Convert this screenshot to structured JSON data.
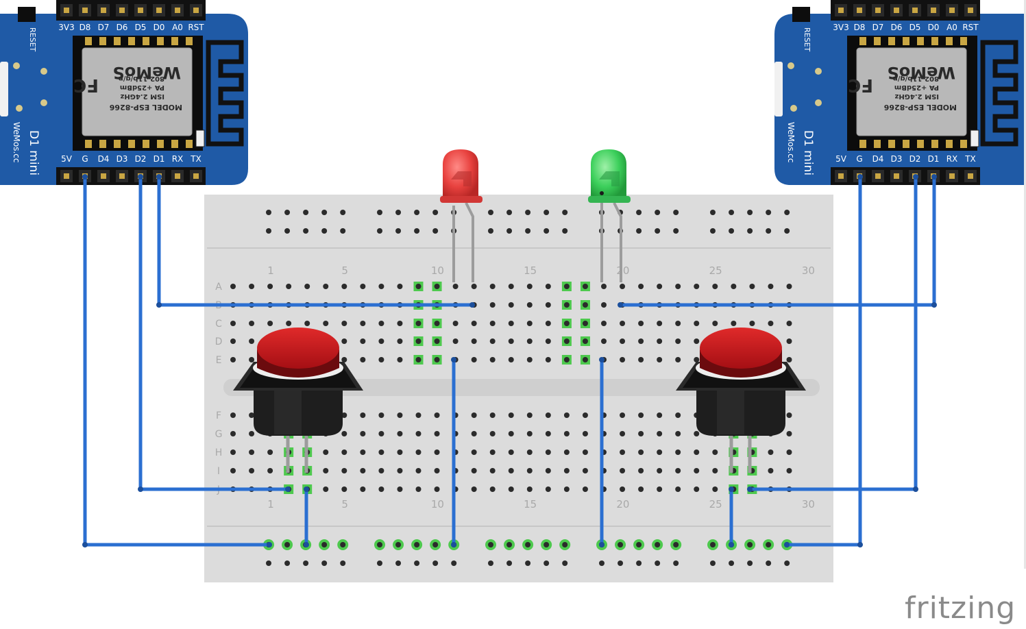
{
  "diagram": {
    "software_watermark": "fritzing",
    "breadboard": {
      "column_numbers_top": [
        "1",
        "5",
        "10",
        "15",
        "20",
        "25",
        "30"
      ],
      "column_numbers_bottom": [
        "1",
        "5",
        "10",
        "15",
        "20",
        "25",
        "30"
      ],
      "row_letters_top": [
        "A",
        "B",
        "C",
        "D",
        "E"
      ],
      "row_letters_bottom": [
        "F",
        "G",
        "H",
        "I",
        "J"
      ]
    },
    "boards": [
      {
        "name": "D1 mini",
        "brand": "WeMos.cc",
        "reset_label": "RESET",
        "pins_top": [
          "3V3",
          "D8",
          "D7",
          "D6",
          "D5",
          "D0",
          "A0",
          "RST"
        ],
        "pins_bottom": [
          "5V",
          "G",
          "D4",
          "D3",
          "D2",
          "D1",
          "RX",
          "TX"
        ],
        "module": {
          "model": "MODEL  ESP-8266",
          "freq": "ISM 2.4GHz",
          "power": "PA +25dBm",
          "std": "802.11b/g/n",
          "maker": "WeMoS",
          "fcc": "FC"
        }
      },
      {
        "name": "D1 mini",
        "brand": "WeMos.cc",
        "reset_label": "RESET",
        "pins_top": [
          "3V3",
          "D8",
          "D7",
          "D6",
          "D5",
          "D0",
          "A0",
          "RST"
        ],
        "pins_bottom": [
          "5V",
          "G",
          "D4",
          "D3",
          "D2",
          "D1",
          "RX",
          "TX"
        ],
        "module": {
          "model": "MODEL  ESP-8266",
          "freq": "ISM 2.4GHz",
          "power": "PA +25dBm",
          "std": "802.11b/g/n",
          "maker": "WeMoS",
          "fcc": "FC"
        }
      }
    ],
    "components": [
      {
        "type": "LED",
        "color": "red",
        "color_hex": "#e8423f"
      },
      {
        "type": "LED",
        "color": "green",
        "color_hex": "#3ccf5b"
      },
      {
        "type": "pushbutton",
        "cap_hex": "#c4161c"
      },
      {
        "type": "pushbutton",
        "cap_hex": "#c4161c"
      }
    ],
    "colors": {
      "wire": "#2b6fd1",
      "board": "#1f5aa6",
      "breadboard": "#dcdcdc",
      "highlight": "#4ec94e"
    }
  }
}
